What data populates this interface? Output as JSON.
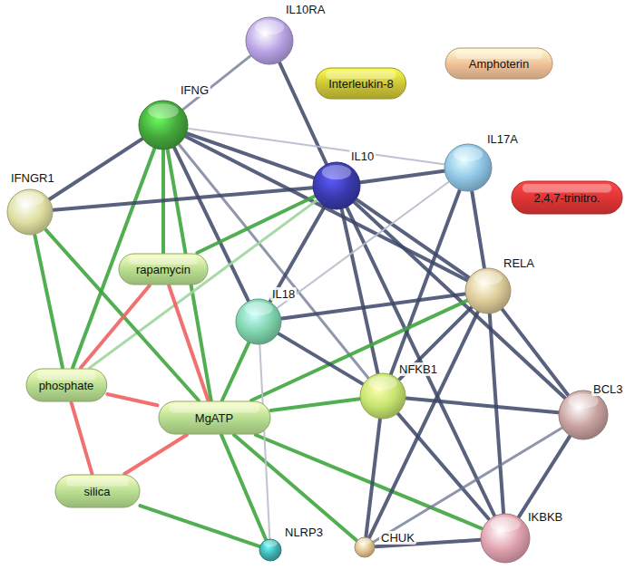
{
  "diagram": {
    "nodes": [
      {
        "text": [
          "IL10RA"
        ]
      },
      {
        "text": [
          "Interleukin-8"
        ]
      },
      {
        "text": [
          "Amphoterin"
        ]
      },
      {
        "text": [
          "IFNG"
        ]
      },
      {
        "text": [
          "IL10"
        ]
      },
      {
        "text": [
          "IL17A"
        ]
      },
      {
        "text": [
          "2,4,7-trinitro."
        ]
      },
      {
        "text": [
          "IFNGR1"
        ]
      },
      {
        "text": [
          "rapamycin"
        ]
      },
      {
        "text": [
          "RELA"
        ]
      },
      {
        "text": [
          "IL18"
        ]
      },
      {
        "text": [
          "phosphate"
        ]
      },
      {
        "text": [
          "NFKB1"
        ]
      },
      {
        "text": [
          "MgATP"
        ]
      },
      {
        "text": [
          "BCL3"
        ]
      },
      {
        "text": [
          "silica"
        ]
      },
      {
        "text": [
          "IKBKB"
        ]
      },
      {
        "text": [
          "CHUK"
        ]
      },
      {
        "text": [
          "NLRP3"
        ]
      }
    ],
    "edges": [
      {
        "from": 0,
        "to": 3,
        "arrow": "none"
      },
      {
        "from": 0,
        "to": 4,
        "arrow": "none"
      },
      {
        "from": 3,
        "to": 7,
        "arrow": "none"
      },
      {
        "from": 3,
        "to": 4,
        "arrow": "none"
      },
      {
        "from": 3,
        "to": 5,
        "arrow": "none"
      },
      {
        "from": 3,
        "to": 8,
        "arrow": "none"
      },
      {
        "from": 3,
        "to": 11,
        "arrow": "none"
      },
      {
        "from": 3,
        "to": 13,
        "arrow": "none"
      },
      {
        "from": 3,
        "to": 10,
        "arrow": "none"
      },
      {
        "from": 3,
        "to": 12,
        "arrow": "none"
      },
      {
        "from": 3,
        "to": 9,
        "arrow": "none"
      },
      {
        "from": 4,
        "to": 5,
        "arrow": "none"
      },
      {
        "from": 4,
        "to": 7,
        "arrow": "none"
      },
      {
        "from": 4,
        "to": 8,
        "arrow": "none"
      },
      {
        "from": 4,
        "to": 11,
        "arrow": "none"
      },
      {
        "from": 4,
        "to": 10,
        "arrow": "none"
      },
      {
        "from": 4,
        "to": 12,
        "arrow": "none"
      },
      {
        "from": 4,
        "to": 9,
        "arrow": "none"
      },
      {
        "from": 4,
        "to": 14,
        "arrow": "none"
      },
      {
        "from": 4,
        "to": 16,
        "arrow": "none"
      },
      {
        "from": 5,
        "to": 9,
        "arrow": "none"
      },
      {
        "from": 5,
        "to": 12,
        "arrow": "none"
      },
      {
        "from": 5,
        "to": 10,
        "arrow": "none"
      },
      {
        "from": 7,
        "to": 11,
        "arrow": "none"
      },
      {
        "from": 7,
        "to": 13,
        "arrow": "none"
      },
      {
        "from": 8,
        "to": 11,
        "arrow": "none"
      },
      {
        "from": 8,
        "to": 13,
        "arrow": "none"
      },
      {
        "from": 11,
        "to": 13,
        "arrow": "none"
      },
      {
        "from": 11,
        "to": 15,
        "arrow": "none"
      },
      {
        "from": 13,
        "to": 15,
        "arrow": "none"
      },
      {
        "from": 15,
        "to": 18,
        "arrow": "none"
      },
      {
        "from": 13,
        "to": 18,
        "arrow": "none"
      },
      {
        "from": 13,
        "to": 10,
        "arrow": "none"
      },
      {
        "from": 13,
        "to": 12,
        "arrow": "none"
      },
      {
        "from": 13,
        "to": 9,
        "arrow": "none"
      },
      {
        "from": 13,
        "to": 17,
        "arrow": "none"
      },
      {
        "from": 13,
        "to": 16,
        "arrow": "none"
      },
      {
        "from": 10,
        "to": 9,
        "arrow": "none"
      },
      {
        "from": 10,
        "to": 12,
        "arrow": "none"
      },
      {
        "from": 10,
        "to": 18,
        "arrow": "none"
      },
      {
        "from": 12,
        "to": 9,
        "arrow": "none"
      },
      {
        "from": 12,
        "to": 14,
        "arrow": "none"
      },
      {
        "from": 12,
        "to": 17,
        "arrow": "none"
      },
      {
        "from": 12,
        "to": 16,
        "arrow": "none"
      },
      {
        "from": 9,
        "to": 14,
        "arrow": "none"
      },
      {
        "from": 9,
        "to": 16,
        "arrow": "none"
      },
      {
        "from": 9,
        "to": 17,
        "arrow": "none"
      },
      {
        "from": 14,
        "to": 17,
        "arrow": "none"
      },
      {
        "from": 14,
        "to": 16,
        "arrow": "none"
      },
      {
        "from": 17,
        "to": 16,
        "arrow": "none"
      }
    ]
  }
}
